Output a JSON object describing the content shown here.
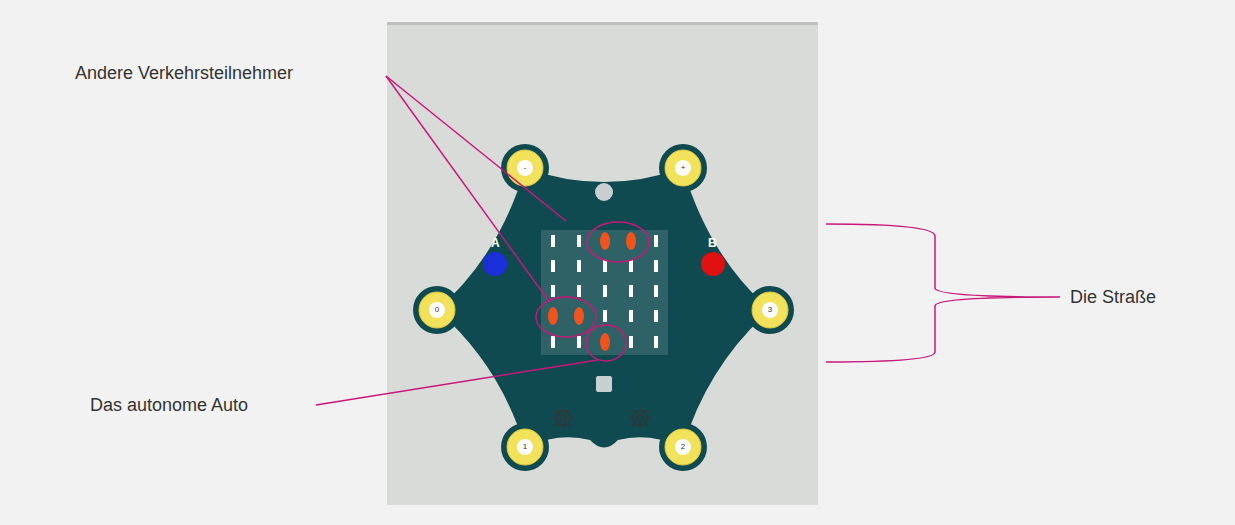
{
  "diagram": {
    "labels": [
      "Andere Verkehrsteilnehmer",
      "Das autonome Auto",
      "Die Straße",
      "A",
      "B",
      "-",
      "+",
      "0",
      "3",
      "1",
      "2"
    ]
  }
}
